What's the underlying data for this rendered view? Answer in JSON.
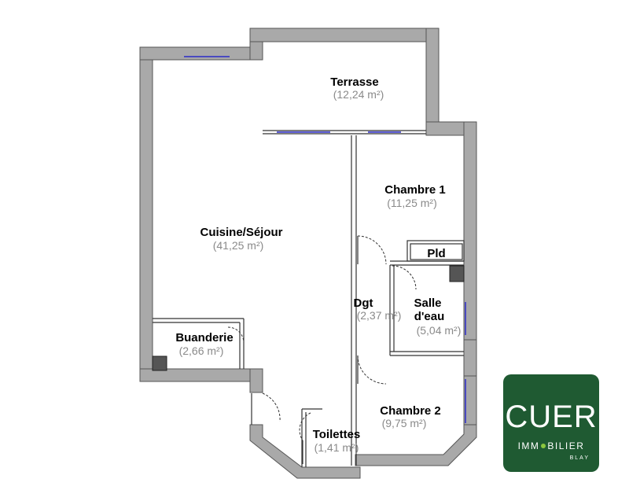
{
  "rooms": {
    "terrasse": {
      "name": "Terrasse",
      "area": "(12,24 m²)"
    },
    "chambre1": {
      "name": "Chambre 1",
      "area": "(11,25 m²)"
    },
    "cuisine": {
      "name": "Cuisine/Séjour",
      "area": "(41,25 m²)"
    },
    "pld": {
      "name": "Pld"
    },
    "dgt": {
      "name": "Dgt",
      "area": "(2,37 m²)"
    },
    "salle": {
      "name_line1": "Salle",
      "name_line2": "d'eau",
      "area": "(5,04 m²)"
    },
    "buanderie": {
      "name": "Buanderie",
      "area": "(2,66 m²)"
    },
    "chambre2": {
      "name": "Chambre 2",
      "area": "(9,75 m²)"
    },
    "toilettes": {
      "name": "Toilettes",
      "area": "(1,41 m²)"
    }
  },
  "logo": {
    "brand": "CUER",
    "sub_left": "IMM",
    "sub_right": "BILIER",
    "city": "BLAY"
  },
  "colors": {
    "wall": "#a9a9a9",
    "wall_outline": "#555555",
    "window": "#2a2ac8",
    "logo_bg": "#1f5a32",
    "logo_dot": "#8cc63f"
  }
}
